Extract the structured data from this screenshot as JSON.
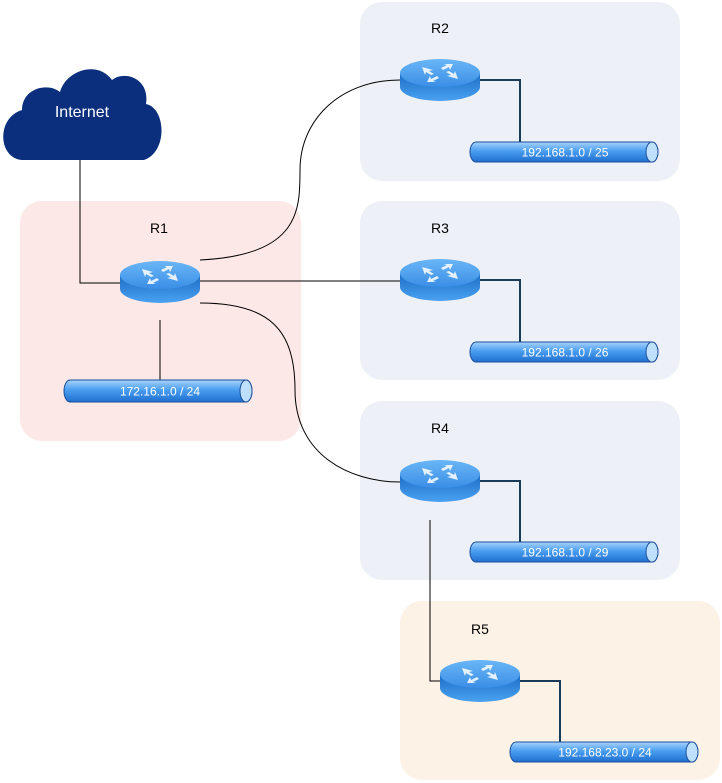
{
  "internet": {
    "label": "Internet"
  },
  "routers": [
    {
      "id": "R1",
      "label": "R1",
      "network": "172.16.1.0 / 24"
    },
    {
      "id": "R2",
      "label": "R2",
      "network": "192.168.1.0 / 25"
    },
    {
      "id": "R3",
      "label": "R3",
      "network": "192.168.1.0 / 26"
    },
    {
      "id": "R4",
      "label": "R4",
      "network": "192.168.1.0 / 29"
    },
    {
      "id": "R5",
      "label": "R5",
      "network": "192.168.23.0 / 24"
    }
  ],
  "colors": {
    "zone_r1": "#fce8e6",
    "zone_r2_r4": "#edf1f7",
    "zone_r5": "#fdf2e6",
    "cloud": "#0b2f7d",
    "pipe": "#3a8ee8",
    "router": "#2f86dc"
  }
}
